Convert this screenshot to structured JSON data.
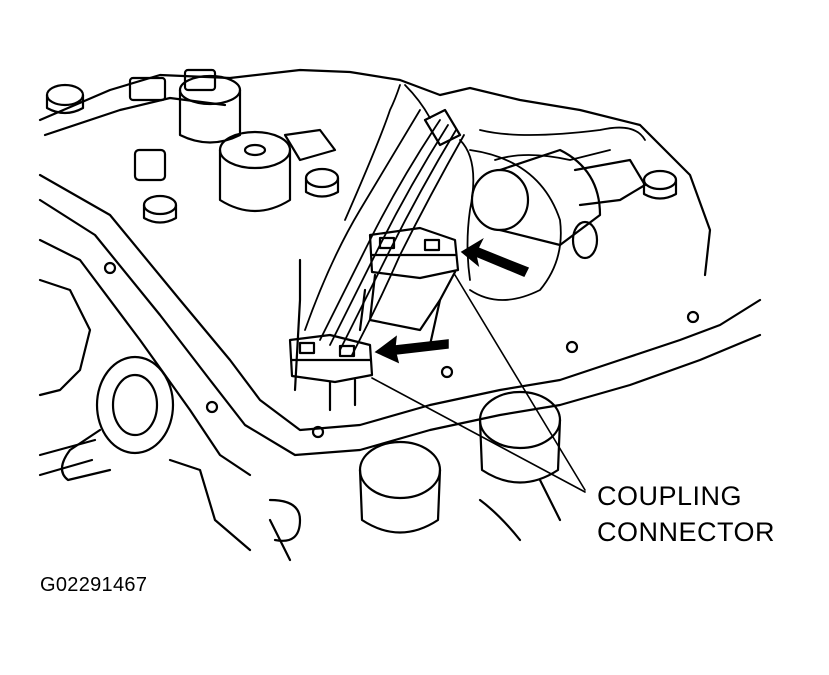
{
  "callout": {
    "line1": "COUPLING",
    "line2": "CONNECTOR"
  },
  "figure_id": "G02291467",
  "colors": {
    "ink": "#000000",
    "paper": "#ffffff"
  }
}
